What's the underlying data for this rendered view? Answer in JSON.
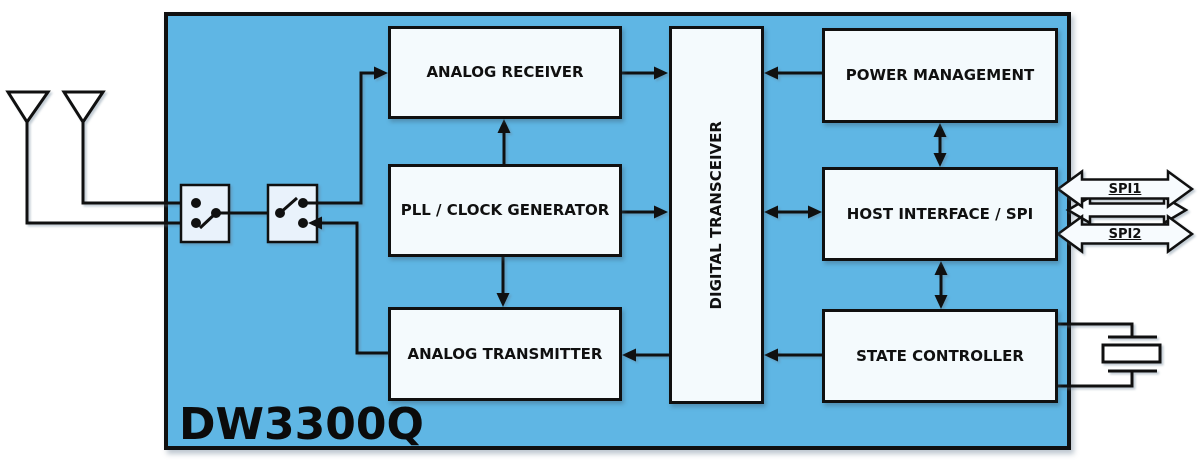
{
  "diagram": {
    "chip_name": "DW3300Q",
    "blocks": {
      "analog_receiver": "ANALOG RECEIVER",
      "pll_clock_generator": "PLL / CLOCK GENERATOR",
      "analog_transmitter": "ANALOG TRANSMITTER",
      "digital_transceiver": "DIGITAL TRANSCEIVER",
      "power_management": "POWER MANAGEMENT",
      "host_interface_spi": "HOST INTERFACE / SPI",
      "state_controller": "STATE CONTROLLER"
    },
    "ports": {
      "spi1": "SPI1",
      "spi2": "SPI2"
    },
    "icons": [
      "antenna-left-icon",
      "antenna-right-icon",
      "rf-switch-1-icon",
      "rf-switch-2-icon",
      "crystal-icon"
    ],
    "colors": {
      "chip_fill": "#5fb6e4",
      "block_fill": "#f4fafd",
      "switch_fill": "#e9f2fb",
      "port_arrow_fill": "#f7fbfe",
      "outline": "#101010"
    }
  }
}
